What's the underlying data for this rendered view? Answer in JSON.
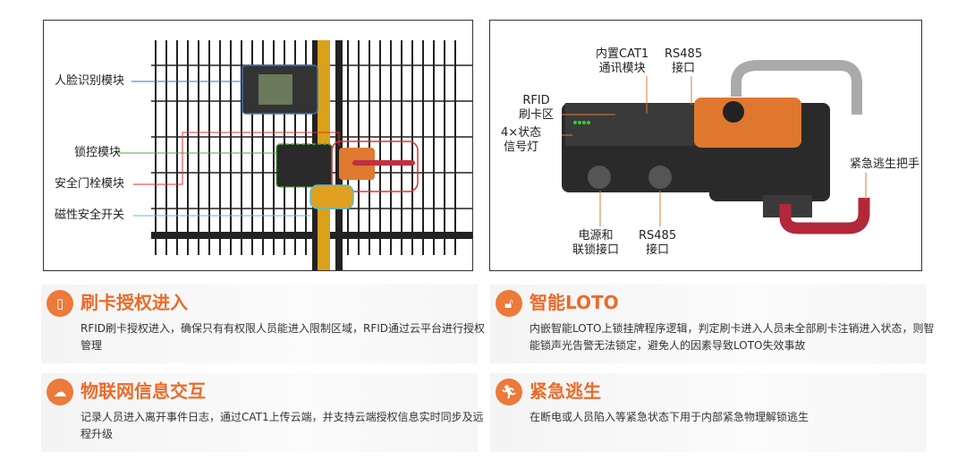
{
  "left_panel": {
    "labels": [
      "人脸识别模块",
      "锁控模块",
      "安全门栓模块",
      "磁性安全开关"
    ]
  },
  "right_panel": {
    "labels": {
      "cat1": [
        "内置CAT1",
        "通讯模块"
      ],
      "rs485_top": [
        "RS485",
        "接口"
      ],
      "rfid": [
        "RFID",
        "刷卡区"
      ],
      "signal": [
        "4×状态",
        "信号灯"
      ],
      "handle": "紧急逃生把手",
      "power": [
        "电源和",
        "联锁接口"
      ],
      "rs485_bottom": [
        "RS485",
        "接口"
      ]
    }
  },
  "features": [
    {
      "icon": "card-icon",
      "title": "刷卡授权进入",
      "desc": "RFID刷卡授权进入，确保只有有权限人员能进入限制区域，RFID通过云平台进行授权管理"
    },
    {
      "icon": "lock-icon",
      "title": "智能LOTO",
      "desc": "内嵌智能LOTO上锁挂牌程序逻辑，判定刷卡进入人员未全部刷卡注销进入状态，则智能锁声光告警无法锁定，避免人的因素导致LOTO失效事故"
    },
    {
      "icon": "cloud-network-icon",
      "title": "物联网信息交互",
      "desc": "记录人员进入离开事件日志，通过CAT1上传云端，并支持云端授权信息实时同步及远程升级"
    },
    {
      "icon": "running-person-icon",
      "title": "紧急逃生",
      "desc": "在断电或人员陷入等紧急状态下用于内部紧急物理解锁逃生"
    }
  ],
  "colors": {
    "accent": "#ec6b2a",
    "blue": "#3a6fb5",
    "green": "#4caf3a",
    "red": "#e03030",
    "cyan": "#4cc4d8"
  }
}
